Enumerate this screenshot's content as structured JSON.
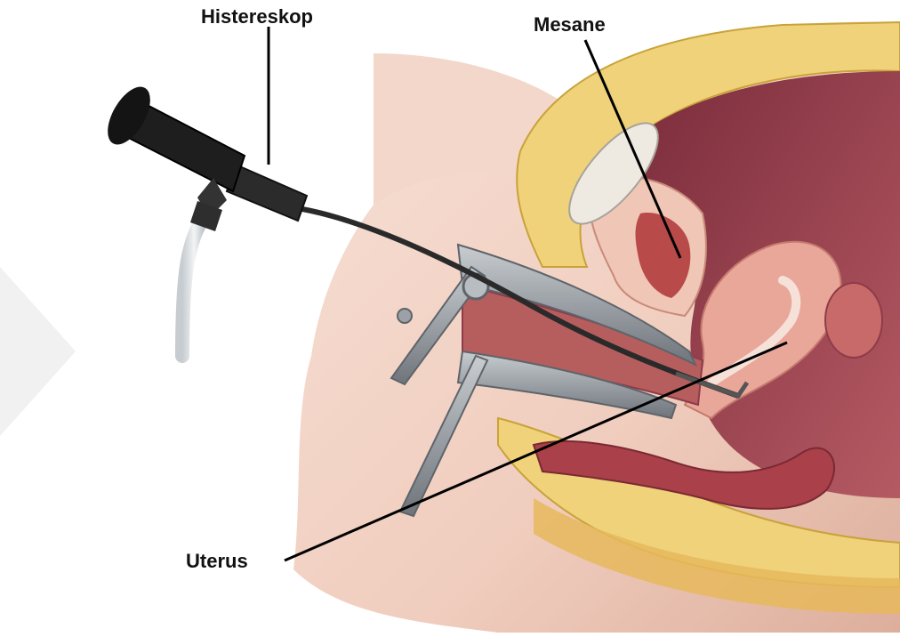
{
  "labels": {
    "histereskop": "Histereskop",
    "mesane": "Mesane",
    "uterus": "Uterus"
  },
  "colors": {
    "skin": "#F2D2C3",
    "skin_shadow": "#D9A996",
    "fat": "#EFD27A",
    "fat_dark": "#D7B650",
    "uterus": "#E9A79A",
    "cavity": "#8E3B49",
    "bladder_wall": "#F0C6B6",
    "rectum": "#A9404A",
    "speculum": "#9BA1A6",
    "scope_black": "#1E1E1E",
    "leader_line": "#000000"
  }
}
